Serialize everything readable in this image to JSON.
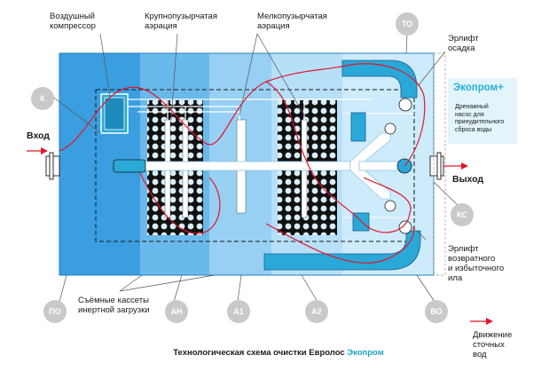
{
  "labels": {
    "air_compressor": "Воздушный\nкомпрессор",
    "coarse_aeration": "Крупнопузырчатая\nаэрация",
    "fine_aeration": "Мелкопузырчатая\nаэрация",
    "sludge_airlift": "Эрлифт\nосадка",
    "inlet": "Вход",
    "outlet": "Выход",
    "return_airlift": "Эрлифт\nвозвратного\nи избыточного\nила",
    "cassettes": "Съёмные кассеты\nинертной загрузки",
    "flow_legend": "Движение\nсточных\nвод"
  },
  "badges": {
    "to": "ТО",
    "k": "К",
    "ks": "КС",
    "po": "ПО",
    "an": "АН",
    "a1": "А1",
    "a2": "А2",
    "vo": "ВО"
  },
  "ekoprom_box": {
    "title": "Экопром+",
    "description": "Дренажный\nнасос для\nпринудительного\nсброса воды"
  },
  "caption": {
    "text": "Технологическая схема очистки Евролос",
    "brand": "Экопром"
  },
  "colors": {
    "zone_po": "#3a9ee0",
    "zone_an": "#6ab9eb",
    "zone_a1": "#97d0f3",
    "zone_a2": "#b6e0f8",
    "zone_vo": "#cdebfb",
    "pipe": "#2aa8d8",
    "flow": "#e3162a",
    "badge": "#c9c9c9",
    "brand": "#1fa3c9"
  }
}
